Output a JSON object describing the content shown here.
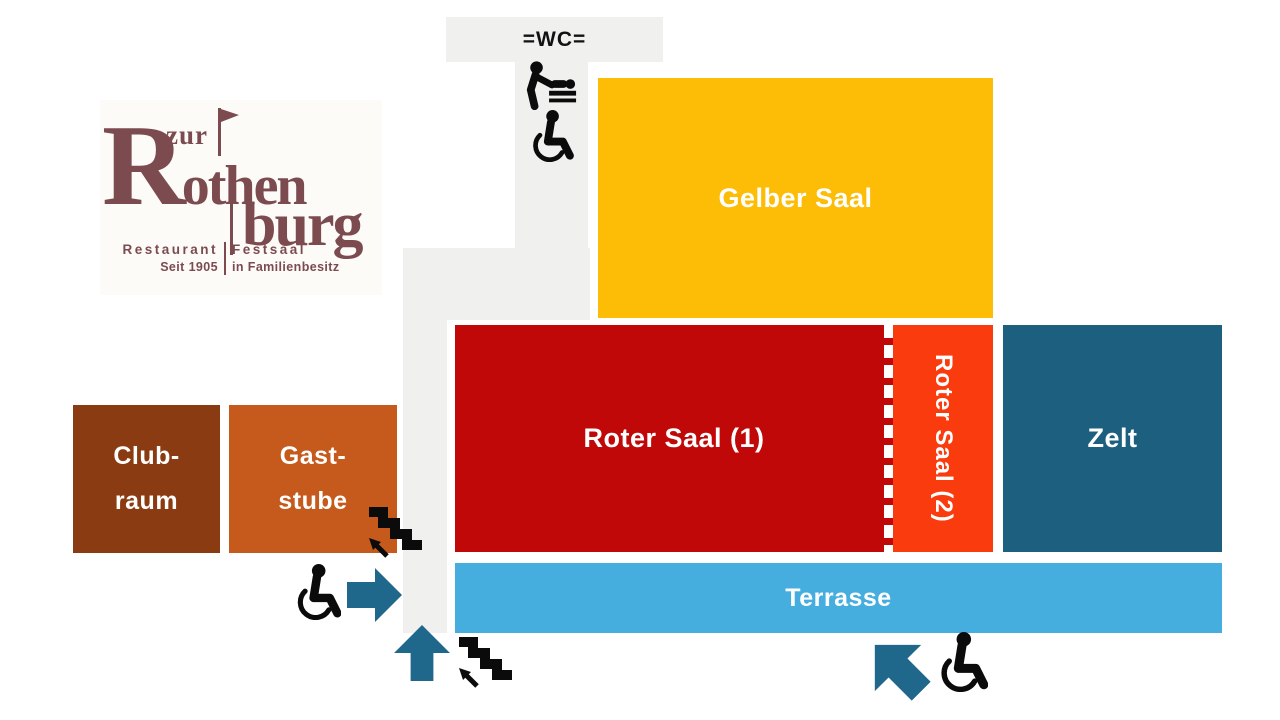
{
  "logo": {
    "zur": "zur",
    "name_line1": "Rothen",
    "name_line1_initial": "R",
    "name_line1_rest": "othen",
    "name_line2": "burg",
    "tagline_left": "Restaurant",
    "tagline_right": "Festsaal",
    "tagline2_left": "Seit 1905",
    "tagline2_right": "in Familienbesitz"
  },
  "corridor": {
    "wc_label": "=WC="
  },
  "rooms": {
    "gelber_saal": {
      "label": "Gelber Saal",
      "color": "#FDBC05"
    },
    "roter_saal_1": {
      "label": "Roter Saal (1)",
      "color": "#C00808"
    },
    "roter_saal_2": {
      "label": "Roter Saal (2)",
      "color": "#FA3B0E"
    },
    "zelt": {
      "label": "Zelt",
      "color": "#1D5F7E"
    },
    "clubraum": {
      "label_line1": "Club-",
      "label_line2": "raum",
      "color": "#8A3B12"
    },
    "gaststube": {
      "label_line1": "Gast-",
      "label_line2": "stube",
      "color": "#C55A1C"
    },
    "terrasse": {
      "label": "Terrasse",
      "color": "#46AEDF"
    }
  },
  "icons": {
    "wc_baby_change": "baby-changing-station-icon",
    "wc_wheelchair": "wheelchair-icon",
    "stairs_gaststube": "stairs-up-icon",
    "entrance_left_wheelchair": "wheelchair-icon",
    "entrance_left_arrow": "arrow-right",
    "entrance_bottom_arrow": "arrow-up",
    "stairs_terrasse": "stairs-up-icon",
    "entrance_terrasse_arrow": "arrow-up-left",
    "entrance_terrasse_wheelchair": "wheelchair-icon"
  },
  "colors": {
    "corridor": "#F0F0EE",
    "arrow": "#20678C",
    "icon": "#0B0B0B",
    "room_label": "#FFFFFF",
    "divider_dash": "#FFFFFF",
    "logo_text": "#7C4B50",
    "logo_bg": "#FCFBF7"
  }
}
